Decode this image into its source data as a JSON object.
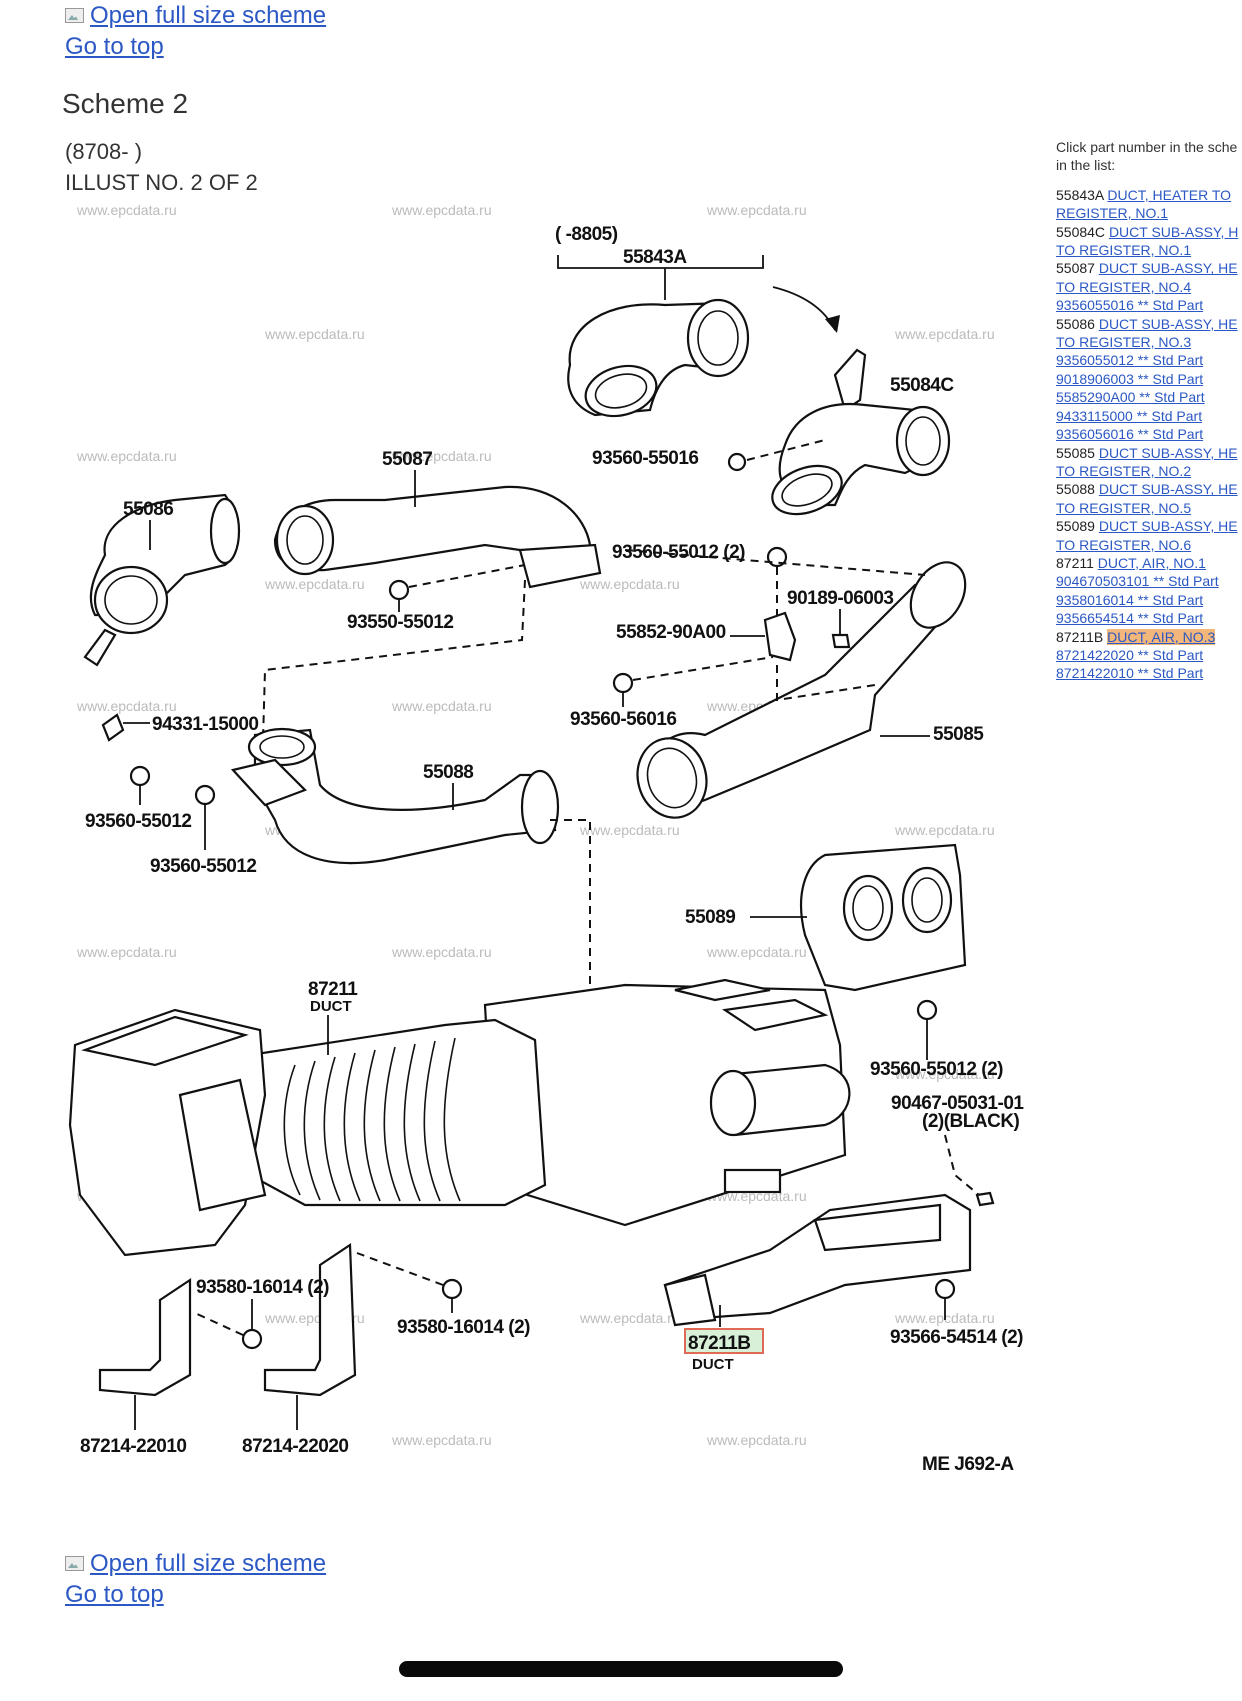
{
  "nav_top": {
    "open_scheme": "Open full size scheme",
    "go_top": "Go to top"
  },
  "scheme": {
    "title": "Scheme 2",
    "date": "(8708- )",
    "illust": "ILLUST NO. 2 OF 2"
  },
  "sidebar": {
    "intro_line1": "Click part number in the sche",
    "intro_line2": "in the list:",
    "items": [
      {
        "code": "55843A",
        "name": "DUCT, HEATER TO",
        "name2": "REGISTER, NO.1"
      },
      {
        "code": "55084C",
        "name": "DUCT SUB-ASSY, H",
        "name2": "TO REGISTER, NO.1"
      },
      {
        "code": "55087",
        "name": "DUCT SUB-ASSY, HE",
        "name2": "TO REGISTER, NO.4"
      },
      {
        "code": "",
        "name": "9356055016 ** Std Part",
        "name2": ""
      },
      {
        "code": "55086",
        "name": "DUCT SUB-ASSY, HE",
        "name2": "TO REGISTER, NO.3"
      },
      {
        "code": "",
        "name": "9356055012 ** Std Part",
        "name2": ""
      },
      {
        "code": "",
        "name": "9018906003 ** Std Part",
        "name2": ""
      },
      {
        "code": "",
        "name": "5585290A00 ** Std Part",
        "name2": ""
      },
      {
        "code": "",
        "name": "9433115000 ** Std Part",
        "name2": ""
      },
      {
        "code": "",
        "name": "9356056016 ** Std Part",
        "name2": ""
      },
      {
        "code": "55085",
        "name": "DUCT SUB-ASSY, HE",
        "name2": "TO REGISTER, NO.2"
      },
      {
        "code": "55088",
        "name": "DUCT SUB-ASSY, HE",
        "name2": "TO REGISTER, NO.5"
      },
      {
        "code": "55089",
        "name": "DUCT SUB-ASSY, HE",
        "name2": "TO REGISTER, NO.6"
      },
      {
        "code": "87211",
        "name": "DUCT, AIR, NO.1",
        "name2": ""
      },
      {
        "code": "",
        "name": "904670503101 ** Std Part",
        "name2": ""
      },
      {
        "code": "",
        "name": "9358016014 ** Std Part",
        "name2": ""
      },
      {
        "code": "",
        "name": "9356654514 ** Std Part",
        "name2": ""
      },
      {
        "code": "87211B",
        "name": "DUCT, AIR, NO.3",
        "name2": "",
        "highlight": true
      },
      {
        "code": "",
        "name": "8721422020 ** Std Part",
        "name2": ""
      },
      {
        "code": "",
        "name": "8721422010 ** Std Part",
        "name2": ""
      }
    ]
  },
  "diagram": {
    "watermark": "www.epcdata.ru",
    "range_label": "(      -8805)",
    "labels": {
      "p55843A": "55843A",
      "p55084C": "55084C",
      "p55087": "55087",
      "p55086": "55086",
      "s93560_55016a": "93560-55016",
      "s93560_55012_2": "93560-55012 (2)",
      "s90189": "90189-06003",
      "s55852": "55852-90A00",
      "s93550": "93550-55012",
      "s94331": "94331-15000",
      "s93560_56016": "93560-56016",
      "p55085": "55085",
      "p55088": "55088",
      "s93560_55012a": "93560-55012",
      "s93560_55012b": "93560-55012",
      "p55089": "55089",
      "p87211": "87211",
      "duct1": "DUCT",
      "s93560_55012_2b": "93560-55012 (2)",
      "s90467a": "90467-05031-01",
      "s90467b": "(2)(BLACK)",
      "s93580a": "93580-16014 (2)",
      "s93580b": "93580-16014 (2)",
      "p87211B": "87211B",
      "duct2": "DUCT",
      "s93566": "93566-54514 (2)",
      "p87214_22010": "87214-22010",
      "p87214_22020": "87214-22020",
      "code": "ME  J692-A"
    }
  },
  "nav_bottom": {
    "open_scheme": "Open full size scheme",
    "go_top": "Go to top"
  }
}
